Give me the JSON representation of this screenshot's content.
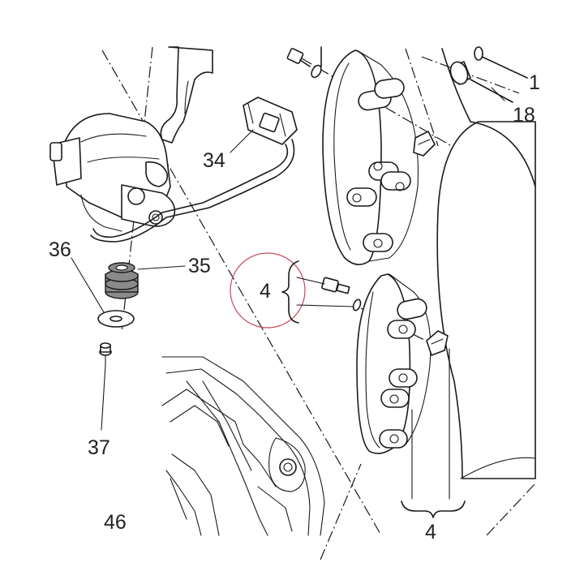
{
  "diagram": {
    "callouts": {
      "p4_center": "4",
      "p4_bottom": "4",
      "p18": "18",
      "p1": "1",
      "p34": "34",
      "p35": "35",
      "p36": "36",
      "p37": "37",
      "p46": "46"
    },
    "colors": {
      "line": "#1a1a1a",
      "highlight_circle": "#c9475a",
      "grommet": "#8a8a8a"
    }
  }
}
